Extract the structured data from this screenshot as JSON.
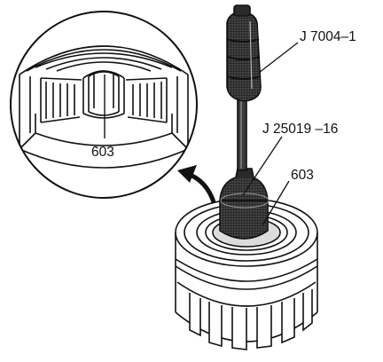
{
  "labels": {
    "slide_hammer": "J 7004–1",
    "remover": "J 25019 –16",
    "bushing": "603",
    "detail_bushing": "603"
  },
  "colors": {
    "ink": "#111111",
    "paper": "#ffffff",
    "shade": "#4a4a4a",
    "dark": "#1c1c1c"
  }
}
